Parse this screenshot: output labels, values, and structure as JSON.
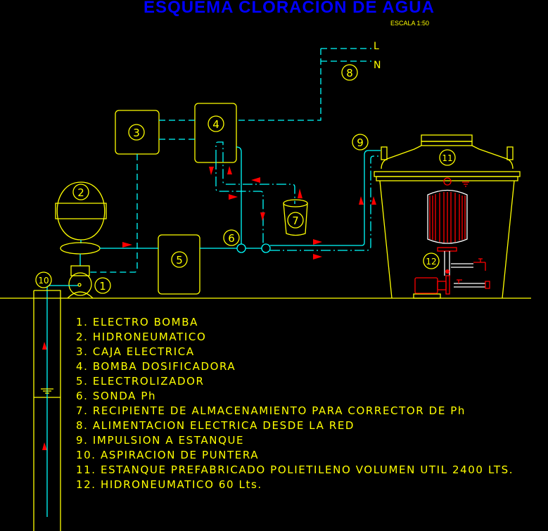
{
  "title": "ESQUEMA CLORACION DE AGUA",
  "scale": "ESCALA  1:50",
  "power_labels": {
    "line": "L",
    "neutral": "N"
  },
  "markers": [
    "1",
    "2",
    "3",
    "4",
    "5",
    "6",
    "7",
    "8",
    "9",
    "10",
    "11",
    "12"
  ],
  "legend": [
    "1.  ELECTRO  BOMBA",
    "2.  HIDRONEUMATICO",
    "3.  CAJA  ELECTRICA",
    "4.  BOMBA  DOSIFICADORA",
    "5.  ELECTROLIZADOR",
    "6.  SONDA  Ph",
    "7.  RECIPIENTE  DE  ALMACENAMIENTO  PARA  CORRECTOR  DE  Ph",
    "8.  ALIMENTACION  ELECTRICA  DESDE  LA  RED",
    "9.  IMPULSION  A  ESTANQUE",
    "10.  ASPIRACION  DE  PUNTERA",
    "11.  ESTANQUE  PREFABRICADO  POLIETILENO  VOLUMEN  UTIL  2400  LTS.",
    "12.  HIDRONEUMATICO  60  Lts."
  ],
  "colors": {
    "title": "#0000ff",
    "drawing": "#ffff00",
    "pipes": "#00ffff",
    "flow": "#ff0000",
    "background": "#000000"
  }
}
